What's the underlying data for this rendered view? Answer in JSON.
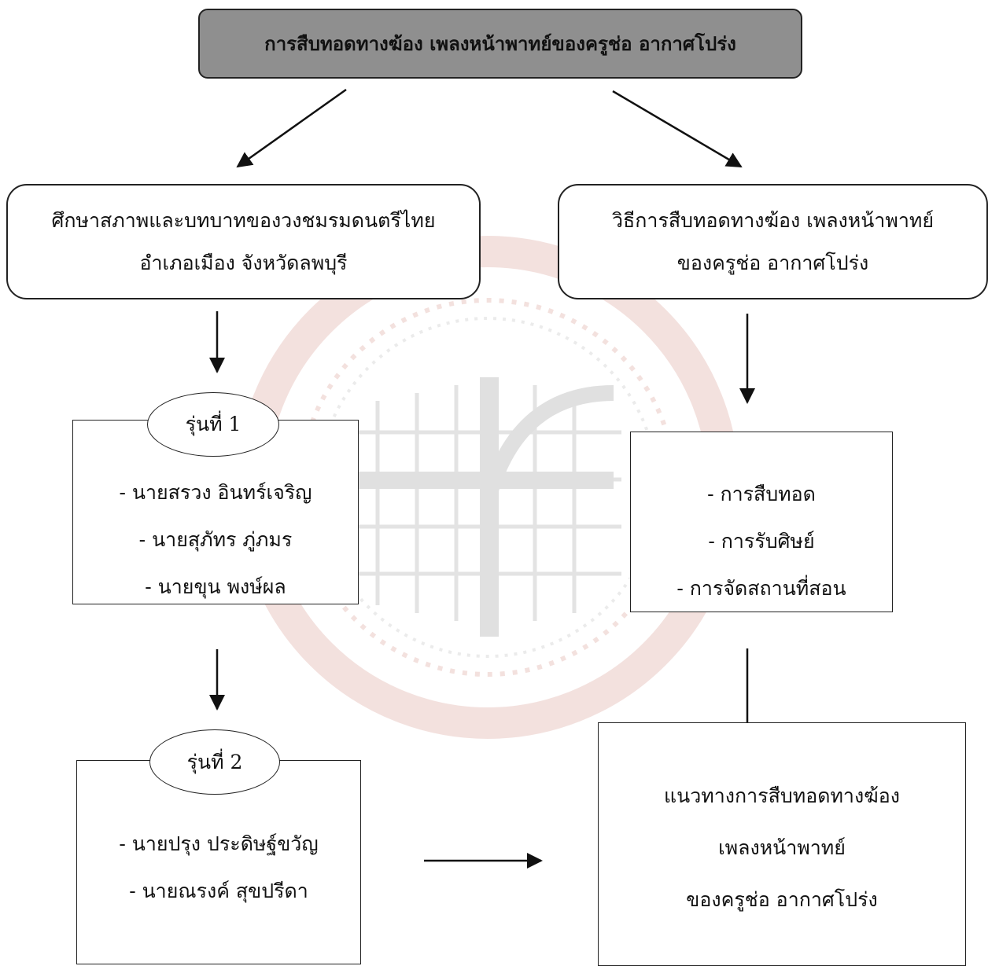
{
  "title": "การสืบทอดทางฆ้อง เพลงหน้าพาทย์ของครูช่อ  อากาศโปร่ง",
  "left_study": {
    "lines": [
      "ศึกษาสภาพและบทบาทของวงชมรมดนตรีไทย",
      "อำเภอเมือง   จังหวัดลพบุรี"
    ]
  },
  "right_method": {
    "lines": [
      "วิธีการสืบทอดทางฆ้อง เพลงหน้าพาทย์",
      "ของครูช่อ  อากาศโปร่ง"
    ]
  },
  "generation_1": {
    "label": "รุ่นที่ 1",
    "members": [
      "- นายสรวง  อินทร์เจริญ",
      "-   นายสุภัทร  ภู่ภมร",
      "-   นายขุน  พงษ์ผล"
    ]
  },
  "generation_2": {
    "label": "รุ่นที่ 2",
    "members": [
      "- นายปรุง  ประดิษฐ์ขวัญ",
      "-   นายณรงค์  สุขปรีดา"
    ]
  },
  "method_list": {
    "items": [
      "-  การสืบทอด",
      "-   การรับศิษย์",
      "-   การจัดสถานที่สอน"
    ]
  },
  "guideline": {
    "lines": [
      "แนวทางการสืบทอดทางฆ้อง",
      "เพลงหน้าพาทย์",
      "ของครูช่อ  อากาศโปร่ง"
    ]
  },
  "colors": {
    "title_fill": "#8f8f8f",
    "watermark": "#b94a3a"
  }
}
